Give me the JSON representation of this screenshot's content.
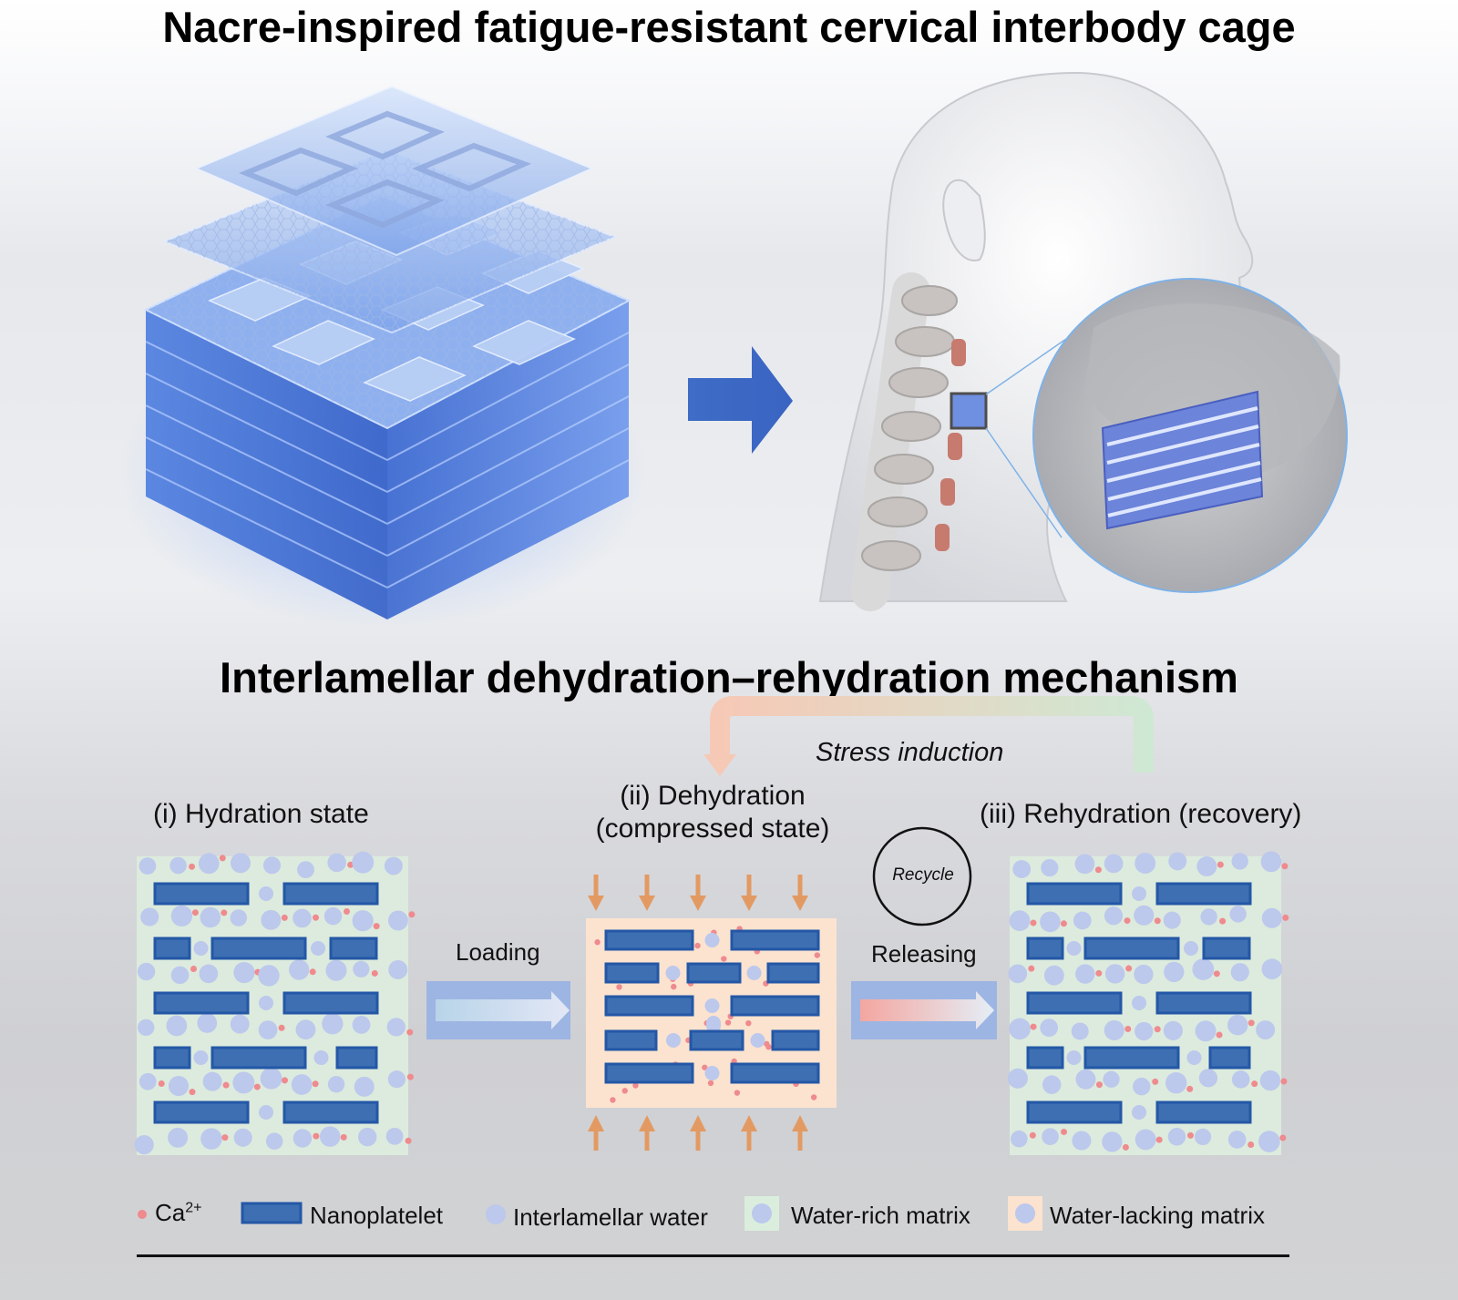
{
  "title": "Nacre-inspired fatigue-resistant cervical interbody cage",
  "mechanism_title": "Interlamellar dehydration–rehydration mechanism",
  "feedback_label": "Stress induction",
  "states": {
    "hydration": "(i) Hydration state",
    "dehydration_line1": "(ii) Dehydration",
    "dehydration_line2": "(compressed state)",
    "rehydration": "(iii) Rehydration (recovery)"
  },
  "process": {
    "loading": "Loading",
    "releasing": "Releasing",
    "recycle": "Recycle"
  },
  "legend": {
    "ca_ion": "Ca",
    "ca_charge": "2+",
    "nanoplatelet": "Nanoplatelet",
    "interlamellar_water": "Interlamellar water",
    "water_rich_matrix": "Water-rich matrix",
    "water_lacking_matrix": "Water-lacking matrix"
  },
  "colors": {
    "nanoplatelet": "#3d6fb2",
    "nanoplatelet_border": "#2457a6",
    "water_dot": "#bcc8ec",
    "ca_dot": "#ef8a8e",
    "water_rich_fill": "#dbeedd",
    "water_lacking_fill": "#fbe3cf",
    "compression_arrow": "#e39a62",
    "process_arrow": "#3f6fc9"
  }
}
